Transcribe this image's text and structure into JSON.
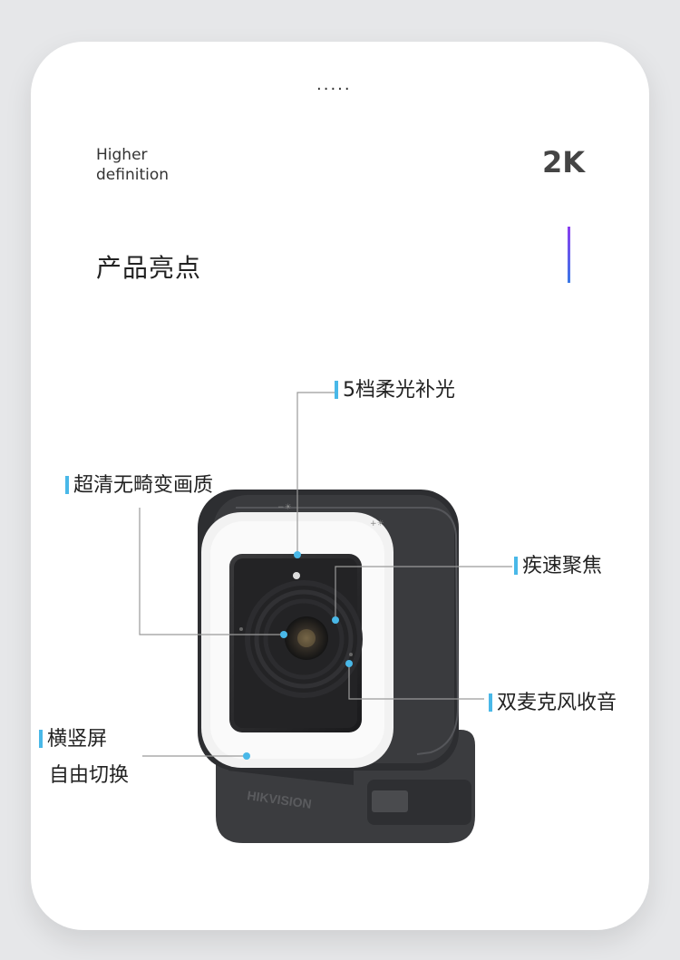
{
  "header": {
    "dots": "·····"
  },
  "spec": {
    "label_line1": "Higher",
    "label_line2": "definition",
    "value": "2K"
  },
  "section": {
    "title": "产品亮点"
  },
  "product": {
    "brand_logo_text": "HIKVISION"
  },
  "features": {
    "light": "5档柔光补光",
    "clarity": "超清无畸变画质",
    "focus": "疾速聚焦",
    "mic": "双麦克风收音",
    "rotate_line1": "横竖屏",
    "rotate_line2": "自由切换"
  },
  "colors": {
    "accent_bar": "#49b8e8",
    "gradient_top": "#8a3df0",
    "gradient_bottom": "#3a78e6",
    "callout_dot": "#49b8e8"
  }
}
